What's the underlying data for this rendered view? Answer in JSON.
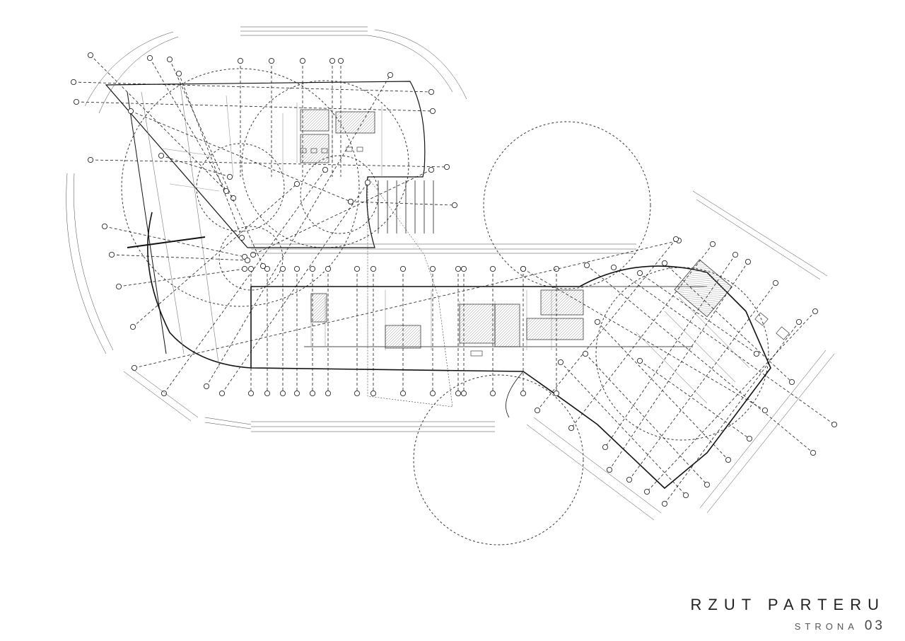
{
  "drawing": {
    "title": "RZUT PARTERU",
    "page_label": "STRONA",
    "page_number": "03"
  },
  "colors": {
    "background": "#ffffff",
    "line": "#1a1a1a",
    "light_line": "#9a9a9a"
  }
}
